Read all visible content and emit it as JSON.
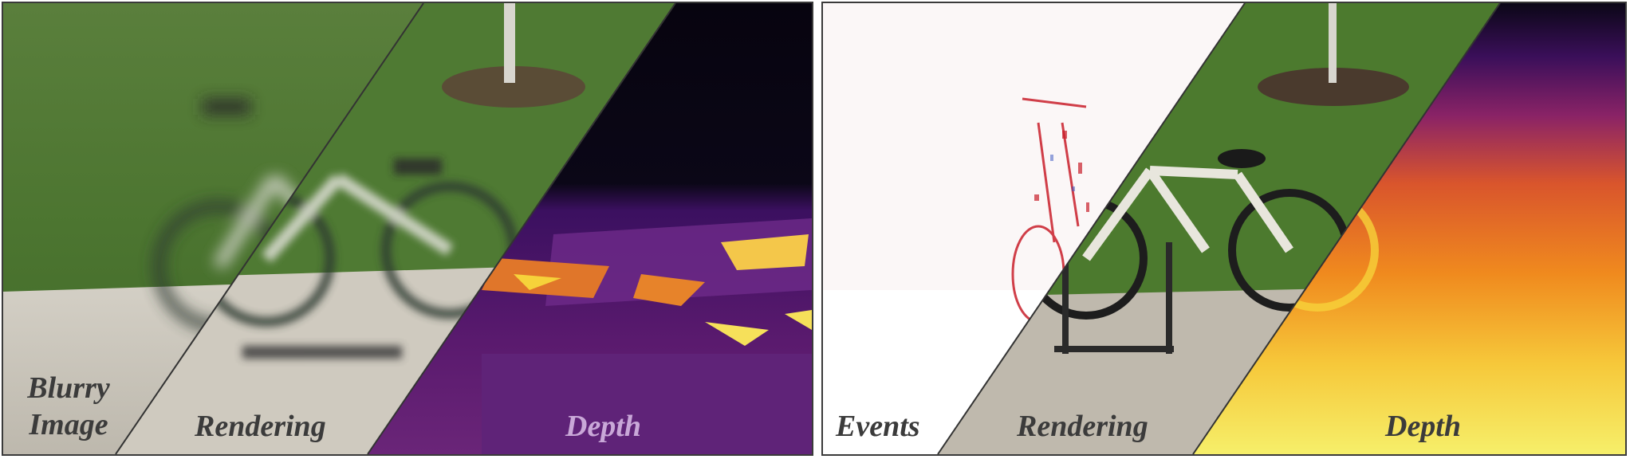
{
  "left_panel": {
    "labels": {
      "blurry_image": "Blurry\nImage",
      "rendering": "Rendering",
      "depth": "Depth"
    }
  },
  "right_panel": {
    "labels": {
      "events": "Events",
      "rendering": "Rendering",
      "depth": "Depth"
    }
  },
  "colors": {
    "grass": "#4f7a33",
    "sidewalk": "#c8c3b8",
    "depth_dark": "#0b0717",
    "depth_purple": "#5a1a6e",
    "depth_orange": "#f08a1e",
    "depth_yellow": "#f6ef6a",
    "event_red": "#c81e2a",
    "divider": "#333333"
  }
}
